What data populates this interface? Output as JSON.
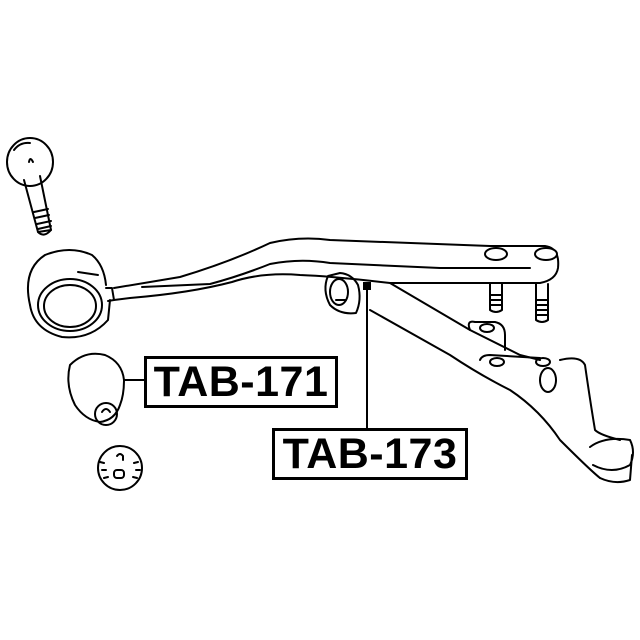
{
  "diagram": {
    "type": "exploded parts drawing",
    "subject": "front suspension lower control arm with bushings",
    "colors": {
      "line": "#000000",
      "background": "#ffffff"
    },
    "callouts": [
      {
        "id": "tab-171",
        "label": "TAB-171",
        "points_to": "lower control arm front bushing"
      },
      {
        "id": "tab-173",
        "label": "TAB-173",
        "points_to": "lower control arm rear bushing"
      }
    ],
    "parts": [
      "bolt",
      "control-arm-front-eye",
      "lower-control-arm",
      "front-bushing",
      "bushing-washer",
      "rear-bushing",
      "ball-joint-studs",
      "steering-knuckle"
    ]
  }
}
